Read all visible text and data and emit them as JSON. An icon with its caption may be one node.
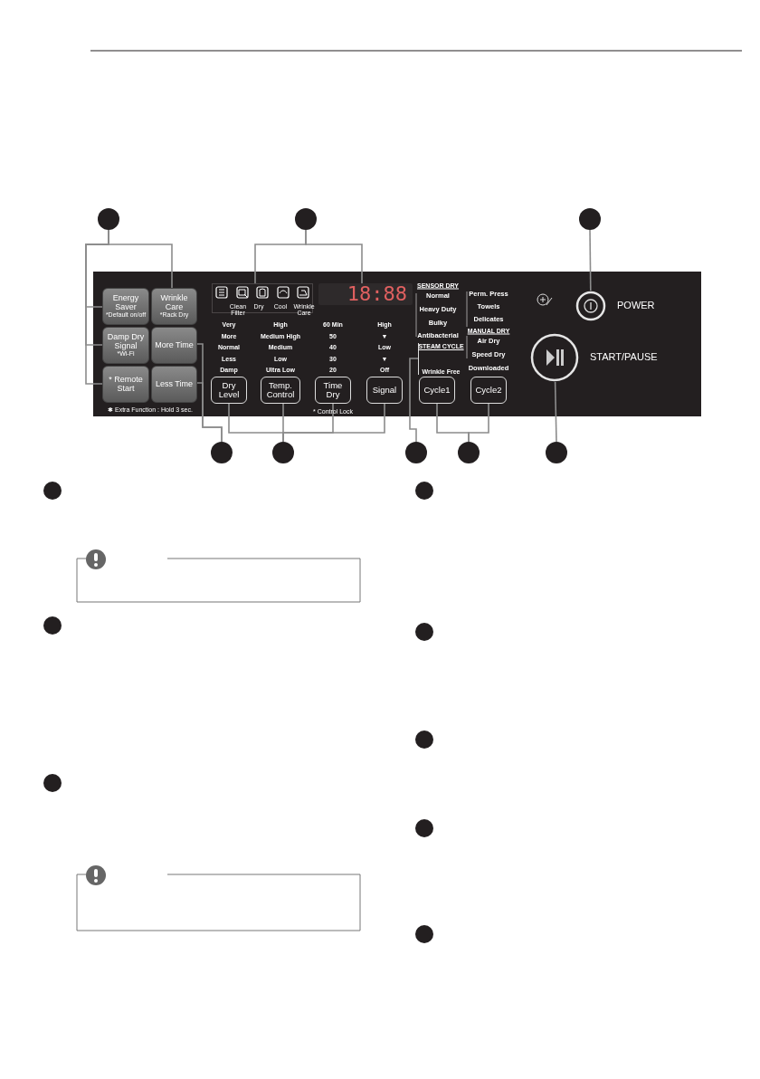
{
  "diagram": {
    "nodes": [
      {
        "text": [],
        "shape": "circle"
      },
      {
        "text": [],
        "shape": "circle"
      },
      {
        "text": [],
        "shape": "circle"
      },
      {
        "text": [
          "Energy Saver",
          "*Default on/off"
        ]
      },
      {
        "text": [
          "Wrinkle Care",
          "*Rack Dry"
        ]
      },
      {
        "text": [
          "Damp Dry Signal",
          "*Wi-Fi"
        ]
      },
      {
        "text": [
          "More Time"
        ]
      },
      {
        "text": [
          "* Remote Start"
        ]
      },
      {
        "text": [
          "Less Time"
        ]
      },
      {
        "text": [],
        "shape": "box"
      },
      {
        "text": [
          "18:88"
        ]
      },
      {
        "text": [
          "Dry Level"
        ]
      },
      {
        "text": [
          "Temp. Control"
        ]
      },
      {
        "text": [
          "Time Dry"
        ]
      },
      {
        "text": [
          "Signal"
        ]
      },
      {
        "text": [
          "STEAM CYCLE",
          "Wrinkle Free"
        ]
      },
      {
        "text": [
          "Cycle1"
        ]
      },
      {
        "text": [
          "Cycle2"
        ]
      },
      {
        "text": [
          "POWER"
        ]
      },
      {
        "text": [
          "START/PAUSE"
        ]
      },
      {
        "text": [],
        "shape": "circle"
      },
      {
        "text": [],
        "shape": "circle"
      },
      {
        "text": [],
        "shape": "circle"
      },
      {
        "text": [],
        "shape": "circle"
      },
      {
        "text": [],
        "shape": "circle"
      }
    ],
    "edges": [
      {
        "from": 0,
        "to": 3,
        "arrow": "none"
      },
      {
        "from": 0,
        "to": 4,
        "arrow": "none"
      },
      {
        "from": 0,
        "to": 5,
        "arrow": "none"
      },
      {
        "from": 0,
        "to": 7,
        "arrow": "none"
      },
      {
        "from": 1,
        "to": 9,
        "arrow": "none"
      },
      {
        "from": 1,
        "to": 10,
        "arrow": "none"
      },
      {
        "from": 2,
        "to": 18,
        "arrow": "none"
      },
      {
        "from": 20,
        "to": 6,
        "arrow": "none"
      },
      {
        "from": 20,
        "to": 8,
        "arrow": "none"
      },
      {
        "from": 21,
        "to": 11,
        "arrow": "none"
      },
      {
        "from": 21,
        "to": 12,
        "arrow": "none"
      },
      {
        "from": 21,
        "to": 13,
        "arrow": "none"
      },
      {
        "from": 21,
        "to": 14,
        "arrow": "none"
      },
      {
        "from": 22,
        "to": 15,
        "arrow": "none"
      },
      {
        "from": 23,
        "to": 16,
        "arrow": "none"
      },
      {
        "from": 23,
        "to": 17,
        "arrow": "none"
      },
      {
        "from": 24,
        "to": 19,
        "arrow": "none"
      }
    ],
    "labels": [
      "Clean Filter",
      "Dry",
      "Cool",
      "Wrinkle Care",
      "Very",
      "High",
      "60 Min",
      "High",
      "More",
      "Medium High",
      "50",
      "▼",
      "Normal",
      "Medium",
      "40",
      "Low",
      "Less",
      "Low",
      "30",
      "▼",
      "Damp",
      "Ultra Low",
      "20",
      "Off",
      "SENSOR DRY",
      "Normal",
      "Heavy Duty",
      "Bulky",
      "Antibacterial",
      "Perm. Press",
      "Towels",
      "Delicates",
      "MANUAL DRY",
      "Air Dry",
      "Speed Dry",
      "Downloaded",
      "✱ Extra Function : Hold 3 sec.",
      "* Control Lock"
    ]
  }
}
